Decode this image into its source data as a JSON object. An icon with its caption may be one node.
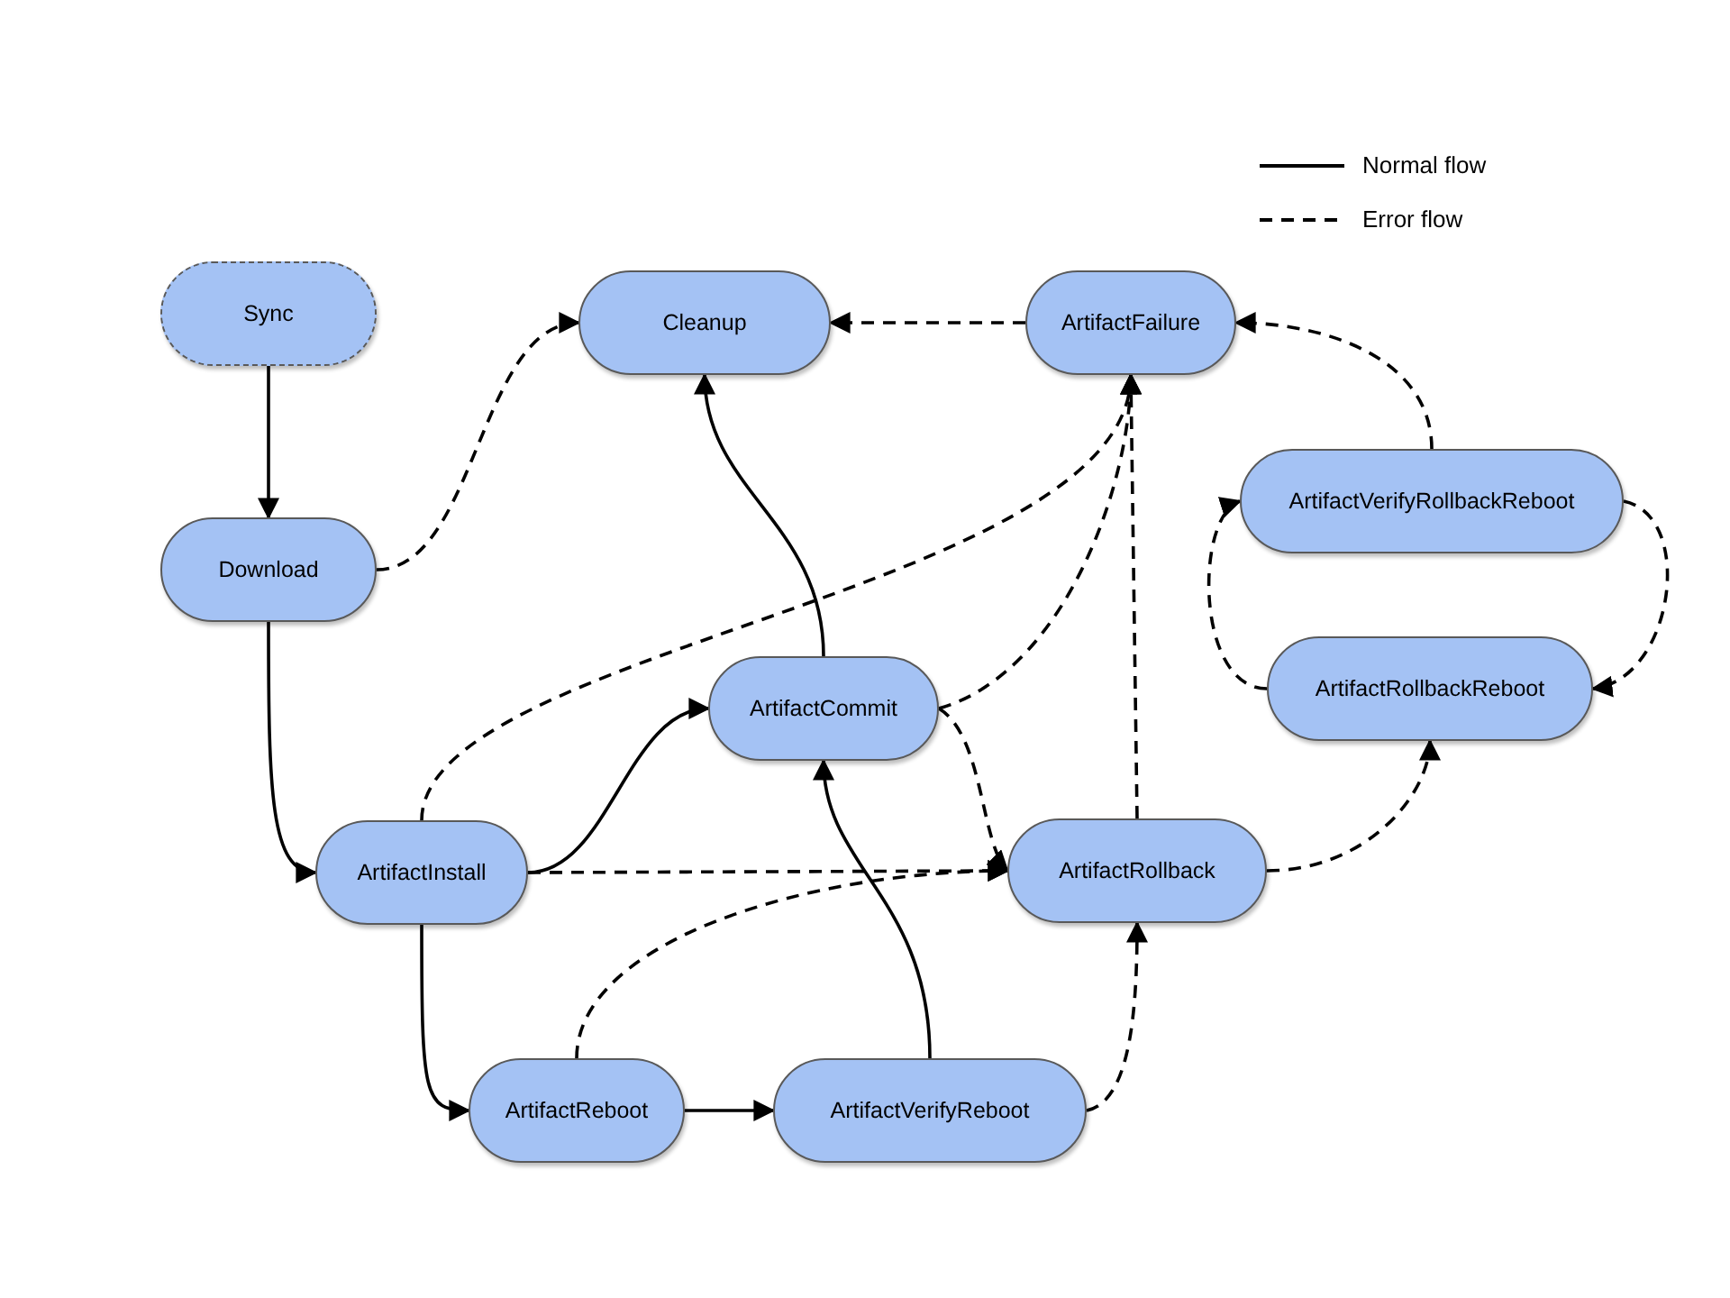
{
  "diagram": {
    "nodes": [
      {
        "text": [
          "Sync"
        ]
      },
      {
        "text": [
          "Download"
        ]
      },
      {
        "text": [
          "Cleanup"
        ]
      },
      {
        "text": [
          "ArtifactFailure"
        ]
      },
      {
        "text": [
          "ArtifactVerifyRollbackReboot"
        ]
      },
      {
        "text": [
          "ArtifactCommit"
        ]
      },
      {
        "text": [
          "ArtifactRollbackReboot"
        ]
      },
      {
        "text": [
          "ArtifactInstall"
        ]
      },
      {
        "text": [
          "ArtifactRollback"
        ]
      },
      {
        "text": [
          "ArtifactReboot"
        ]
      },
      {
        "text": [
          "ArtifactVerifyReboot"
        ]
      }
    ],
    "edges": [
      {
        "from": 0,
        "to": 1,
        "arrow": "to"
      },
      {
        "from": 1,
        "to": 2,
        "arrow": "to",
        "style": "dashed"
      },
      {
        "from": 3,
        "to": 2,
        "arrow": "to",
        "style": "dashed"
      },
      {
        "from": 1,
        "to": 7,
        "arrow": "to"
      },
      {
        "from": 7,
        "to": 5,
        "arrow": "to"
      },
      {
        "from": 7,
        "to": 3,
        "arrow": "to",
        "style": "dashed"
      },
      {
        "from": 7,
        "to": 8,
        "arrow": "to",
        "style": "dashed"
      },
      {
        "from": 7,
        "to": 9,
        "arrow": "to"
      },
      {
        "from": 5,
        "to": 2,
        "arrow": "to"
      },
      {
        "from": 5,
        "to": 3,
        "arrow": "to",
        "style": "dashed"
      },
      {
        "from": 5,
        "to": 8,
        "arrow": "to",
        "style": "dashed"
      },
      {
        "from": 9,
        "to": 10,
        "arrow": "to"
      },
      {
        "from": 9,
        "to": 8,
        "arrow": "to",
        "style": "dashed"
      },
      {
        "from": 10,
        "to": 5,
        "arrow": "to"
      },
      {
        "from": 10,
        "to": 8,
        "arrow": "to",
        "style": "dashed"
      },
      {
        "from": 8,
        "to": 3,
        "arrow": "to",
        "style": "dashed"
      },
      {
        "from": 8,
        "to": 6,
        "arrow": "to",
        "style": "dashed"
      },
      {
        "from": 6,
        "to": 4,
        "arrow": "to",
        "style": "dashed"
      },
      {
        "from": 4,
        "to": 6,
        "arrow": "to",
        "style": "dashed"
      },
      {
        "from": 4,
        "to": 3,
        "arrow": "to",
        "style": "dashed"
      }
    ],
    "legend": [
      {
        "text": "Normal flow"
      },
      {
        "text": "Error flow"
      }
    ]
  }
}
